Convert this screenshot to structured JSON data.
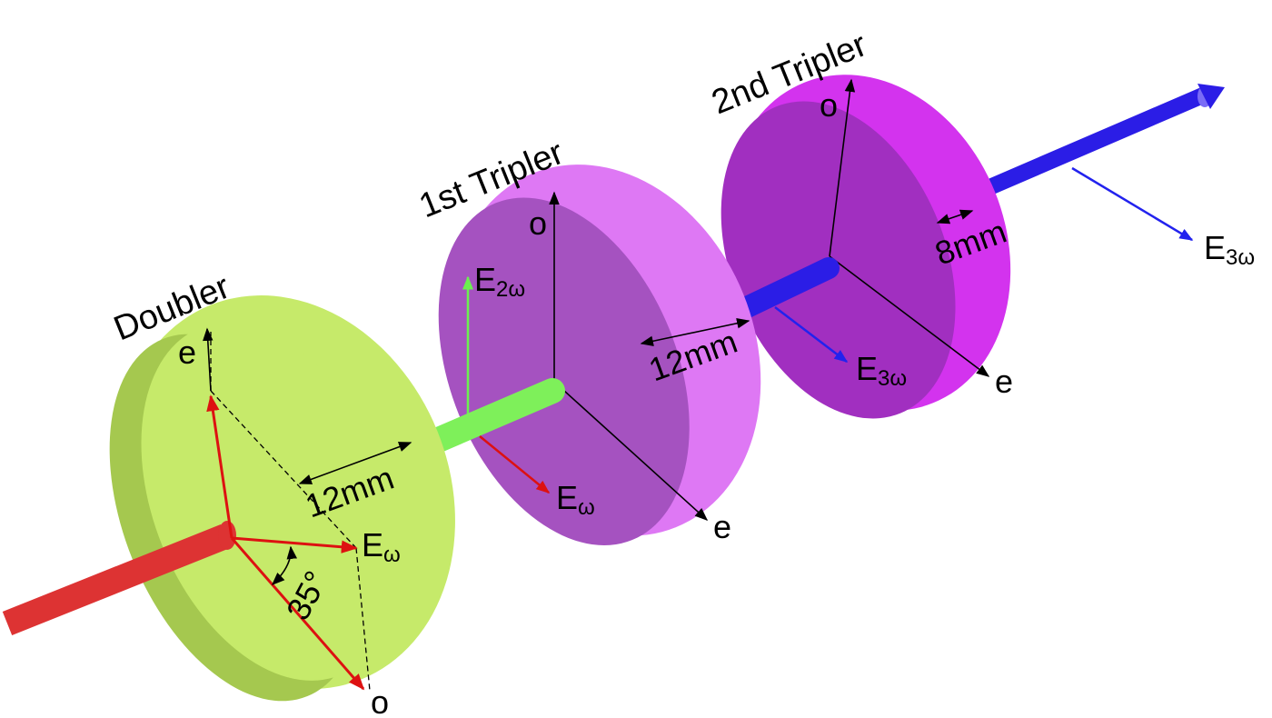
{
  "colors": {
    "doubler_face": "#c6ea6a",
    "doubler_rim": "#a5c84f",
    "tripler_face": "#a552c0",
    "tripler_rim": "#de78f4",
    "tripler2_face": "#a12fc0",
    "tripler2_rim": "#d333ee",
    "beam_fundamental": "#dd3333",
    "beam_second_harmonic": "#7ef05a",
    "beam_third_harmonic": "#2b1de6",
    "vector_red": "#dd1111",
    "vector_green": "#6bf050",
    "vector_blue": "#2222ee"
  },
  "doubler": {
    "title": "Doubler",
    "axis_e": "e",
    "axis_o": "o",
    "thickness": "12mm",
    "field_label": "E",
    "field_sub": "ω",
    "angle": "35°"
  },
  "tripler1": {
    "title": "1st Tripler",
    "axis_o": "o",
    "axis_e": "e",
    "thickness": "12mm",
    "field_2w_label": "E",
    "field_2w_sub": "2ω",
    "field_w_label": "E",
    "field_w_sub": "ω"
  },
  "tripler2": {
    "title": "2nd Tripler",
    "axis_o": "o",
    "axis_e": "e",
    "thickness": "8mm",
    "field_mid_label": "E",
    "field_mid_sub": "3ω",
    "field_out_label": "E",
    "field_out_sub": "3ω"
  }
}
